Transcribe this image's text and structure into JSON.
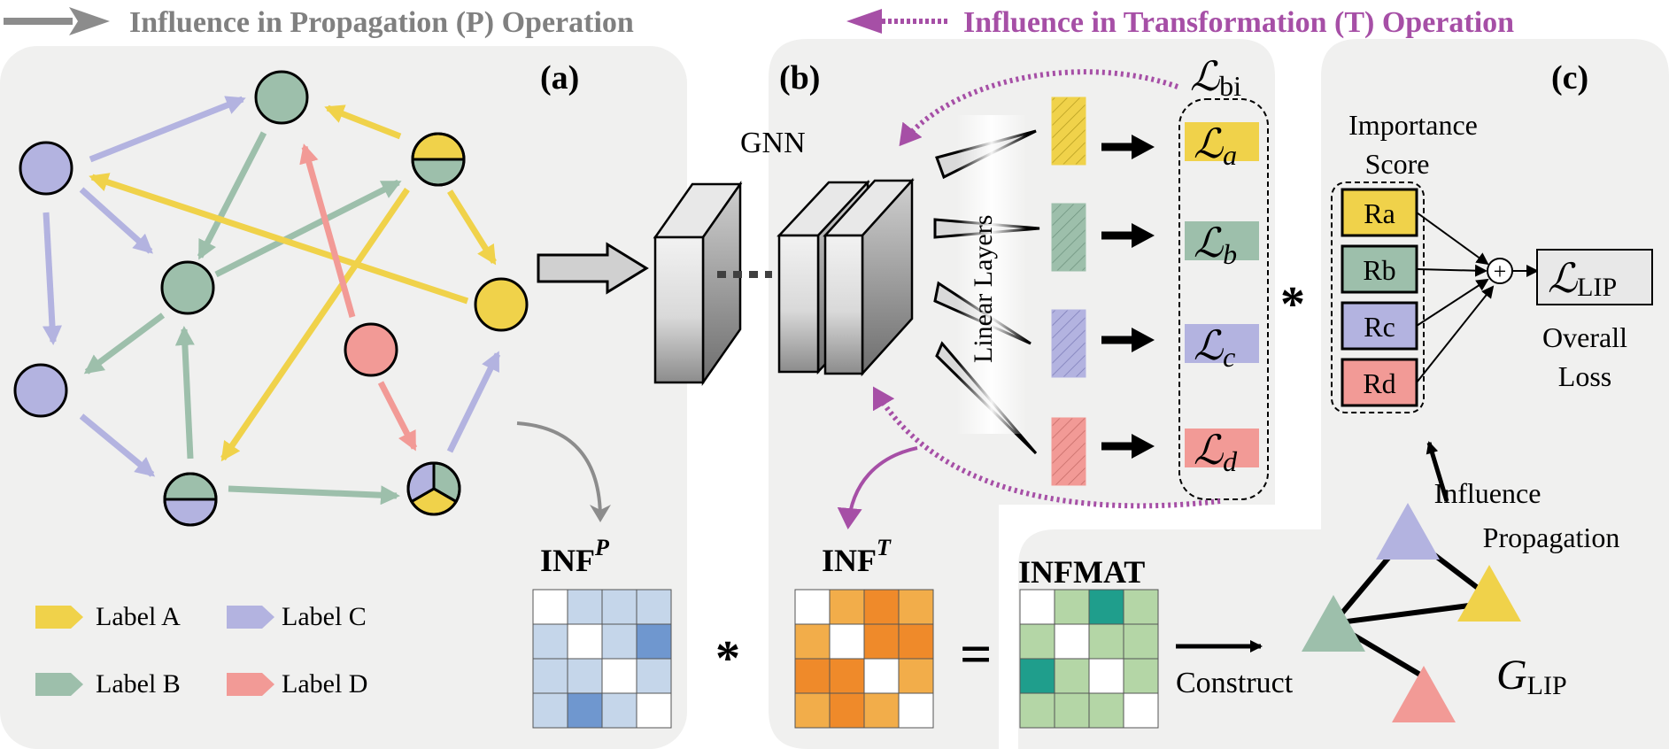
{
  "legend_top": {
    "propagation": "Influence in Propagation (P) Operation",
    "transformation": "Influence in Transformation (T) Operation"
  },
  "panels": {
    "a": "(a)",
    "b": "(b)",
    "c": "(c)"
  },
  "colors": {
    "label_a": "#f0d24a",
    "label_b": "#9dbfab",
    "label_c": "#b3b3e0",
    "label_d": "#f29a96",
    "propagation_arrow": "#8c8c8c",
    "transformation_arrow": "#a64fa6"
  },
  "graph_legend": {
    "label_a": "Label A",
    "label_b": "Label B",
    "label_c": "Label C",
    "label_d": "Label D"
  },
  "gnn": {
    "title": "GNN",
    "linear_layers": "Linear Layers"
  },
  "losses": {
    "bi_main": "ℒ",
    "bi_sub": "bi",
    "a_main": "ℒ",
    "a_sub": "a",
    "b_main": "ℒ",
    "b_sub": "b",
    "c_main": "ℒ",
    "c_sub": "c",
    "d_main": "ℒ",
    "d_sub": "d"
  },
  "importance": {
    "title_line1": "Importance",
    "title_line2": "Score",
    "ra": "Ra",
    "rb": "Rb",
    "rc": "Rc",
    "rd": "Rd",
    "sum_symbol": "+",
    "lip_main": "ℒ",
    "lip_sub": "LIP",
    "overall_line1": "Overall",
    "overall_line2": "Loss"
  },
  "multiply_symbol": "*",
  "equals_symbol": "=",
  "matrices": {
    "infp_main": "INF",
    "infp_sup": "P",
    "inft_main": "INF",
    "inft_sup": "T",
    "infmat": "INFMAT"
  },
  "construct_label": "Construct",
  "influence_propagation_line1": "Influence",
  "influence_propagation_line2": "Propagation",
  "glip_main": "G",
  "glip_sub": "LIP"
}
